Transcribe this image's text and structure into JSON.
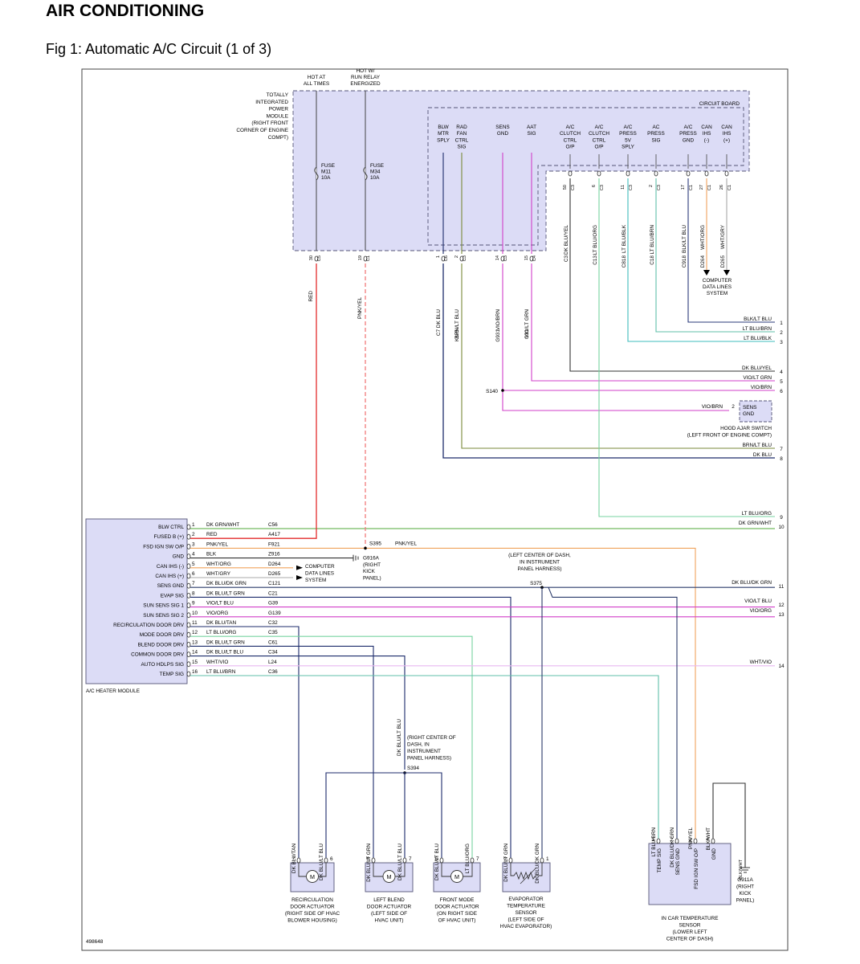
{
  "header": {
    "title": "AIR CONDITIONING",
    "figure_caption": "Fig 1: Automatic A/C Circuit (1 of 3)"
  },
  "figure_id": "498648",
  "colors": {
    "module_fill": "#dcdcf6",
    "module_border": "#555577",
    "red": "#e32b2b",
    "pink_dashed": "#f07a7a",
    "dk_blu": "#1c2b6b",
    "brn_lt_blu": "#7a8a3a",
    "vio": "#d23fc9",
    "lt_blu": "#3fbcbc",
    "lt_blu_org": "#77d3a0",
    "dk_grn": "#52a83a",
    "orange": "#f0a35c",
    "wht_vio": "#e9b8f0",
    "lt_blu_brn": "#5fbfa9",
    "dk_gray": "#444444"
  },
  "tipm": {
    "label_lines": [
      "TOTALLY",
      "INTEGRATED",
      "POWER",
      "MODULE",
      "(RIGHT FRONT",
      "CORNER OF ENGINE",
      "COMPT)"
    ],
    "feed_hot": [
      "HOT AT",
      "ALL TIMES"
    ],
    "feed_run": [
      "HOT W/",
      "RUN RELAY",
      "ENERGIZED"
    ],
    "fuse_m11": [
      "FUSE",
      "M11",
      "10A"
    ],
    "fuse_m34": [
      "FUSE",
      "M34",
      "10A"
    ],
    "circuit_board": "CIRCUIT BOARD",
    "pins": [
      {
        "label": [
          "BLW",
          "MTR",
          "SPLY"
        ],
        "pin": "1",
        "conn": "C6",
        "color_name": "DK BLU",
        "circuit": "C7"
      },
      {
        "label": [
          "RAD",
          "FAN",
          "CTRL",
          "SIG"
        ],
        "pin": "2",
        "conn": "C3",
        "color_name": "BRN/LT BLU",
        "circuit": "K175"
      },
      {
        "label": [
          "SENS",
          "GND"
        ],
        "pin": "14",
        "conn": "C3",
        "color_name": "VIO/BRN",
        "circuit": "G931"
      },
      {
        "label": [
          "AAT",
          "SIG"
        ],
        "pin": "15",
        "conn": "C4",
        "color_name": "VIO/LT GRN",
        "circuit": "G31"
      },
      {
        "label": [
          "A/C",
          "CLUTCH",
          "CTRL",
          "O/P"
        ],
        "pin": "50",
        "conn": "C3",
        "color_name": "DK BLU/YEL",
        "circuit": "C3"
      },
      {
        "label": [
          "A/C",
          "CLUTCH",
          "CTRL",
          "O/P"
        ],
        "pin": "6",
        "conn": "C3",
        "color_name": "LT BLU/ORG",
        "circuit": "C13"
      },
      {
        "label": [
          "A/C",
          "PRESS",
          "5V",
          "SPLY"
        ],
        "pin": "11",
        "conn": "C3",
        "color_name": "LT BLU/BLK",
        "circuit": "C818"
      },
      {
        "label": [
          "AC",
          "PRESS",
          "SIG"
        ],
        "pin": "2",
        "conn": "C3",
        "color_name": "LT BLU/BRN",
        "circuit": "C18"
      },
      {
        "label": [
          "A/C",
          "PRESS",
          "GND"
        ],
        "pin": "17",
        "conn": "C1",
        "color_name": "BLK/LT BLU",
        "circuit": "C918"
      },
      {
        "label": [
          "CAN",
          "IHS",
          "(-)"
        ],
        "pin": "27",
        "conn": "C1",
        "color_name": "WHT/ORG",
        "circuit": "D264"
      },
      {
        "label": [
          "CAN",
          "IHS",
          "(+)"
        ],
        "pin": "26",
        "conn": "C1",
        "color_name": "WHT/GRY",
        "circuit": "D265"
      }
    ],
    "red_pin": {
      "pin": "30",
      "conn": "C5",
      "color_name": "RED"
    },
    "pnk_pin": {
      "pin": "19",
      "conn": "C1",
      "color_name": "PNK/YEL"
    }
  },
  "computer_data_lines_top": [
    "COMPUTER",
    "DATA LINES",
    "SYSTEM"
  ],
  "right_wires": [
    {
      "label": "BLK/LT BLU",
      "num": "1"
    },
    {
      "label": "LT BLU/BRN",
      "num": "2"
    },
    {
      "label": "LT BLU/BLK",
      "num": "3"
    },
    {
      "label": "DK BLU/YEL",
      "num": "4"
    },
    {
      "label": "VIO/LT GRN",
      "num": "5"
    },
    {
      "label": "VIO/BRN",
      "num": "6"
    },
    {
      "label": "BRN/LT BLU",
      "num": "7"
    },
    {
      "label": "DK BLU",
      "num": "8"
    },
    {
      "label": "LT BLU/ORG",
      "num": "9"
    },
    {
      "label": "DK GRN/WHT",
      "num": "10"
    },
    {
      "label": "DK BLU/DK GRN",
      "num": "11"
    },
    {
      "label": "VIO/LT BLU",
      "num": "12"
    },
    {
      "label": "VIO/ORG",
      "num": "13"
    },
    {
      "label": "WHT/VIO",
      "num": "14"
    }
  ],
  "s140": "S140",
  "hood_ajar": {
    "wire": "VIO/BRN",
    "pin": "2",
    "box": [
      "SENS",
      "GND"
    ],
    "caption": [
      "HOOD AJAR SWITCH",
      "(LEFT FRONT OF ENGINE COMPT)"
    ]
  },
  "hvac_module": {
    "name": "A/C HEATER MODULE",
    "rows": [
      {
        "pin_label": "BLW CTRL",
        "num": "1",
        "color_name": "DK GRN/WHT",
        "circuit": "C56"
      },
      {
        "pin_label": "FUSED B (+)",
        "num": "2",
        "color_name": "RED",
        "circuit": "A417"
      },
      {
        "pin_label": "FSD IGN SW O/P",
        "num": "3",
        "color_name": "PNK/YEL",
        "circuit": "F921"
      },
      {
        "pin_label": "GND",
        "num": "4",
        "color_name": "BLK",
        "circuit": "Z916"
      },
      {
        "pin_label": "CAN IHS (-)",
        "num": "5",
        "color_name": "WHT/ORG",
        "circuit": "D264"
      },
      {
        "pin_label": "CAN IHS (+)",
        "num": "6",
        "color_name": "WHT/GRY",
        "circuit": "D265"
      },
      {
        "pin_label": "SENS GND",
        "num": "7",
        "color_name": "DK BLU/DK GRN",
        "circuit": "C121"
      },
      {
        "pin_label": "EVAP SIG",
        "num": "8",
        "color_name": "DK BLU/LT GRN",
        "circuit": "C21"
      },
      {
        "pin_label": "SUN SENS SIG 1",
        "num": "9",
        "color_name": "VIO/LT BLU",
        "circuit": "G39"
      },
      {
        "pin_label": "SUN SENS SIG 2",
        "num": "10",
        "color_name": "VIO/ORG",
        "circuit": "G139"
      },
      {
        "pin_label": "RECIRCULATION DOOR DRV",
        "num": "11",
        "color_name": "DK BLU/TAN",
        "circuit": "C32"
      },
      {
        "pin_label": "MODE DOOR DRV",
        "num": "12",
        "color_name": "LT BLU/ORG",
        "circuit": "C35"
      },
      {
        "pin_label": "BLEND DOOR DRV",
        "num": "13",
        "color_name": "DK BLU/LT GRN",
        "circuit": "C61"
      },
      {
        "pin_label": "COMMON DOOR DRV",
        "num": "14",
        "color_name": "DK BLU/LT BLU",
        "circuit": "C34"
      },
      {
        "pin_label": "AUTO HDLPS SIG",
        "num": "15",
        "color_name": "WHT/VIO",
        "circuit": "L24"
      },
      {
        "pin_label": "TEMP SIG",
        "num": "16",
        "color_name": "LT BLU/BRN",
        "circuit": "C36"
      }
    ]
  },
  "computer_data_lines_mid": [
    "COMPUTER",
    "DATA LINES",
    "SYSTEM"
  ],
  "s395": {
    "name": "S395",
    "wire": "PNK/YEL"
  },
  "g916a": [
    "G916A",
    "(RIGHT",
    "KICK",
    "PANEL)"
  ],
  "s375": {
    "name": "S375",
    "desc": [
      "(LEFT CENTER OF DASH,",
      "IN INSTRUMENT",
      "PANEL HARNESS)"
    ]
  },
  "s394": {
    "name": "S394",
    "desc": [
      "(RIGHT CENTER OF",
      "DASH, IN",
      "INSTRUMENT",
      "PANEL HARNESS)"
    ],
    "wire": "DK BLU/LT BLU"
  },
  "actuators": [
    {
      "caption": [
        "RECIRCULATION",
        "DOOR ACTUATOR",
        "(RIGHT SIDE OF HVAC",
        "BLOWER HOUSING)"
      ],
      "left": {
        "color_name": "DK BLU/TAN",
        "pin": "7"
      },
      "right": {
        "color_name": "DK BLU/LT BLU",
        "pin": "6"
      }
    },
    {
      "caption": [
        "LEFT BLEND",
        "DOOR ACTUATOR",
        "(LEFT SIDE OF",
        "HVAC UNIT)"
      ],
      "left": {
        "color_name": "DK BLU/LT GRN",
        "pin": "6"
      },
      "right": {
        "color_name": "DK BLU/LT BLU",
        "pin": "7"
      }
    },
    {
      "caption": [
        "FRONT MODE",
        "DOOR ACTUATOR",
        "(ON RIGHT SIDE",
        "OF HVAC UNIT)"
      ],
      "left": {
        "color_name": "DK BLU/LT BLU",
        "pin": "6"
      },
      "right": {
        "color_name": "LT BLU/ORG",
        "pin": "7"
      }
    }
  ],
  "motor_symbol": "M",
  "evap_sensor": {
    "caption": [
      "EVAPORATOR",
      "TEMPERATURE",
      "SENSOR",
      "(LEFT SIDE OF",
      "HVAC EVAPORATOR)"
    ],
    "left": {
      "color_name": "DK BLU/LT GRN",
      "pin": "2"
    },
    "right": {
      "color_name": "DK BLU/DK GRN",
      "pin": "1"
    }
  },
  "in_car_sensor": {
    "caption": [
      "IN CAR TEMPERATURE",
      "SENSOR",
      "(LOWER LEFT",
      "CENTER OF DASH)"
    ],
    "pins": [
      {
        "label": "TEMP SIG",
        "num": "1",
        "color_name": "LT BLU/BRN"
      },
      {
        "label": "SENS GND",
        "num": "2",
        "color_name": "DK BLU/DK GRN"
      },
      {
        "label": "FSD IGN SW O/P",
        "num": "3",
        "color_name": "PNK/YEL"
      },
      {
        "label": "GND",
        "num": "4",
        "color_name": "BLK/WHT"
      }
    ]
  },
  "g911a": {
    "wire": "BLK/WHT",
    "label": [
      "G911A",
      "(RIGHT",
      "KICK",
      "PANEL)"
    ]
  }
}
